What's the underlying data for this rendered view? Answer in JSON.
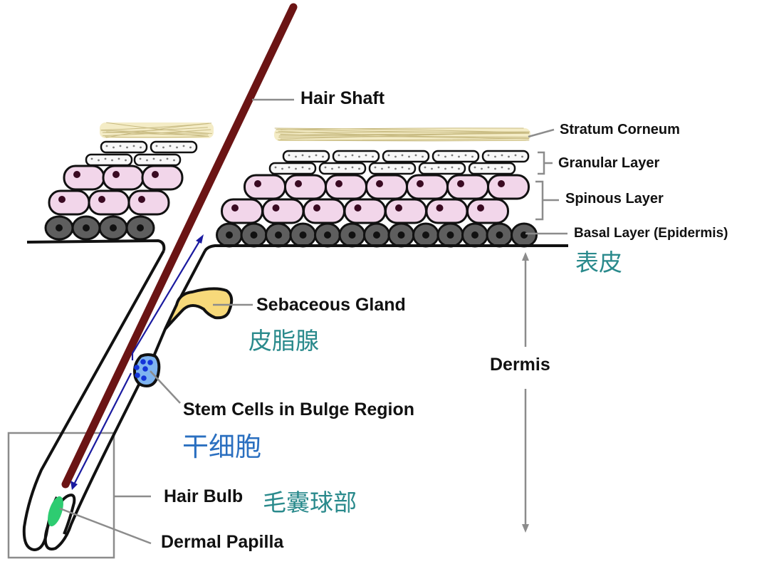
{
  "title": "Hair follicle and skin layer anatomy",
  "colors": {
    "hair": "#6b1414",
    "basal_fill": "#5e5e5e",
    "spinous_fill": "#f2d6ea",
    "nucleus": "#3a0a22",
    "granular_fill": "#f8f8f8",
    "corneum": "#f1e7b8",
    "sebaceous": "#f7d97a",
    "stem_fill": "#7fb4f0",
    "stem_dots": "#1434d8",
    "papilla": "#2ecc71",
    "arrow_blue": "#1a1aa0",
    "leader": "#8c8c8c",
    "zh_teal": "#2a8a8c",
    "zh_blue": "#2a6fc0"
  },
  "labels": {
    "hair_shaft": "Hair Shaft",
    "stratum_corneum": "Stratum Corneum",
    "granular_layer": "Granular Layer",
    "spinous_layer": "Spinous Layer",
    "basal_layer": "Basal Layer (Epidermis)",
    "epidermis_zh": "表皮",
    "sebaceous_gland": "Sebaceous Gland",
    "sebaceous_gland_zh": "皮脂腺",
    "dermis": "Dermis",
    "stem_cells": "Stem Cells in Bulge Region",
    "stem_cells_zh": "干细胞",
    "hair_bulb": "Hair Bulb",
    "hair_bulb_zh": "毛囊球部",
    "dermal_papilla": "Dermal Papilla"
  }
}
